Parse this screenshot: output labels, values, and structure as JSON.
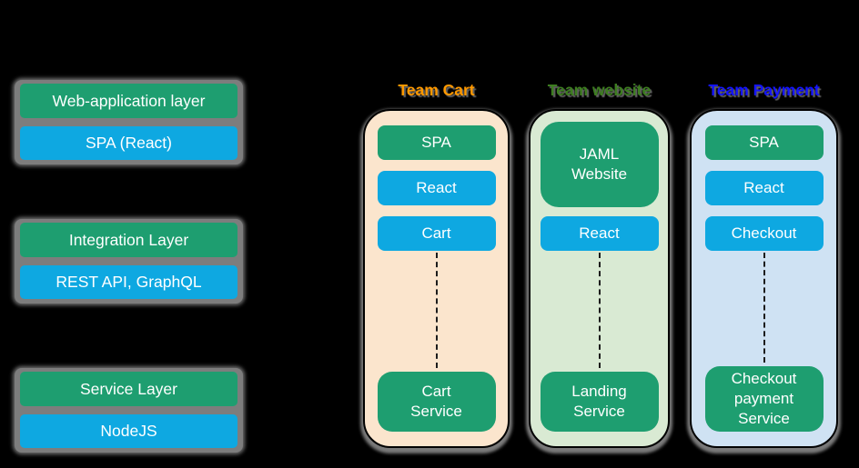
{
  "diagram_title": "",
  "colors": {
    "background": "#000000",
    "node_green": "#1e9e70",
    "node_blue": "#0ea8e1",
    "shadow_gray": "#7d7d7d",
    "column_cart_bg": "#fbe5cd",
    "column_website_bg": "#d9ead3",
    "column_payment_bg": "#cfe2f3",
    "header_cart": "#ff9900",
    "header_website": "#3d7d20",
    "header_payment": "#1515ff",
    "node_text": "#ffffff",
    "column_border": "#000000"
  },
  "layers": [
    {
      "name": "Web-application layer",
      "tech": "SPA (React)"
    },
    {
      "name": "Integration Layer",
      "tech": "REST API, GraphQL"
    },
    {
      "name": "Service Layer",
      "tech": "NodeJS"
    }
  ],
  "teams": [
    {
      "title": "Team Cart",
      "boxes": [
        {
          "label": "SPA",
          "type": "green"
        },
        {
          "label": "React",
          "type": "blue"
        },
        {
          "label": "Cart",
          "type": "blue"
        }
      ],
      "service": "Cart\nService"
    },
    {
      "title": "Team website",
      "boxes": [
        {
          "label": "JAML\nWebsite",
          "type": "green"
        },
        {
          "label": "React",
          "type": "blue"
        }
      ],
      "service": "Landing\nService"
    },
    {
      "title": "Team Payment",
      "boxes": [
        {
          "label": "SPA",
          "type": "green"
        },
        {
          "label": "React",
          "type": "blue"
        },
        {
          "label": "Checkout",
          "type": "blue"
        }
      ],
      "service": "Checkout\npayment\nService"
    }
  ]
}
